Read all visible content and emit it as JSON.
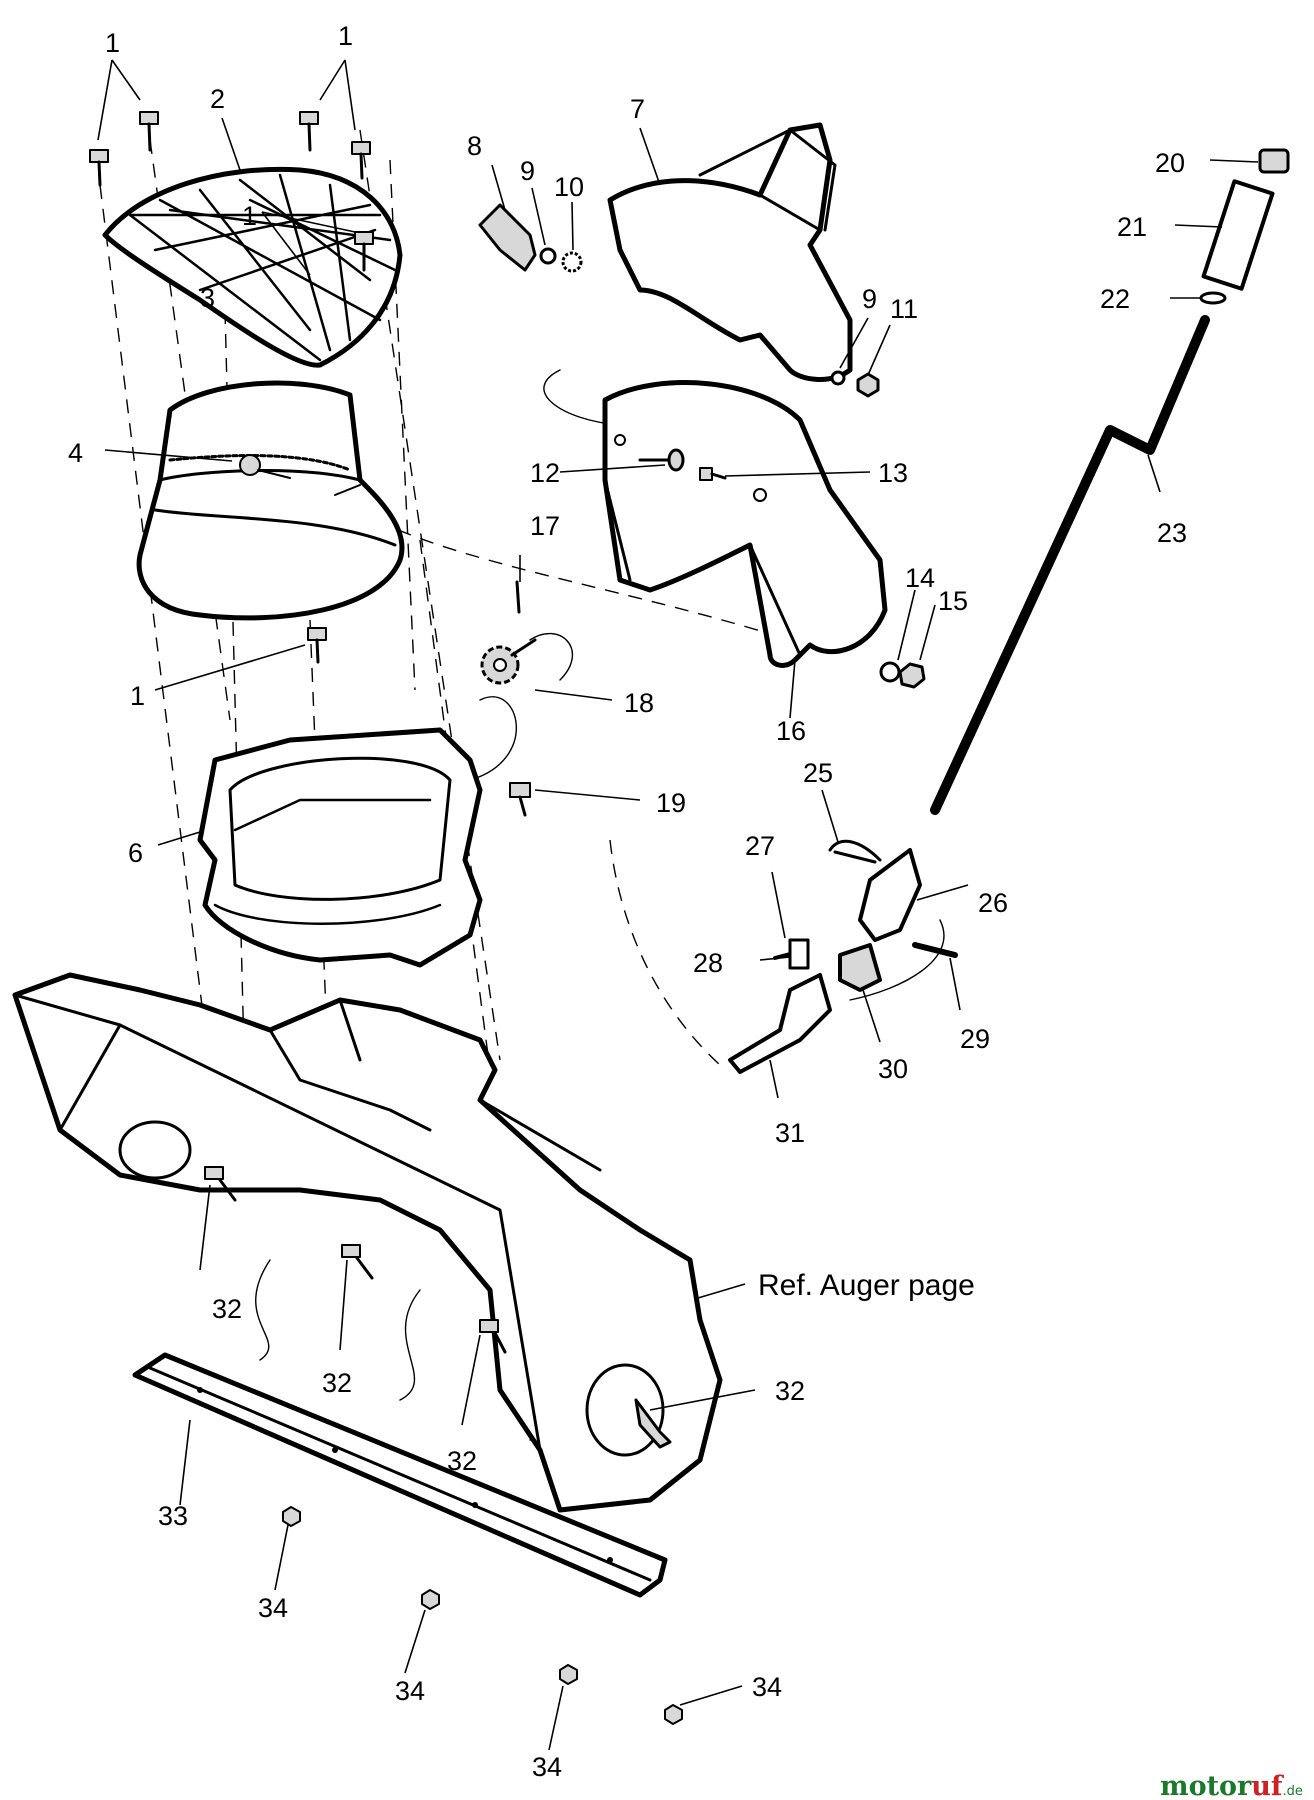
{
  "diagram": {
    "labels": [
      {
        "id": "l1a",
        "text": "1"
      },
      {
        "id": "l1b",
        "text": "1"
      },
      {
        "id": "l1c",
        "text": "1"
      },
      {
        "id": "l1d",
        "text": "1"
      },
      {
        "id": "l2",
        "text": "2"
      },
      {
        "id": "l3",
        "text": "3"
      },
      {
        "id": "l4",
        "text": "4"
      },
      {
        "id": "l6",
        "text": "6"
      },
      {
        "id": "l7",
        "text": "7"
      },
      {
        "id": "l8",
        "text": "8"
      },
      {
        "id": "l9a",
        "text": "9"
      },
      {
        "id": "l9b",
        "text": "9"
      },
      {
        "id": "l10",
        "text": "10"
      },
      {
        "id": "l11",
        "text": "11"
      },
      {
        "id": "l12",
        "text": "12"
      },
      {
        "id": "l13",
        "text": "13"
      },
      {
        "id": "l14",
        "text": "14"
      },
      {
        "id": "l15",
        "text": "15"
      },
      {
        "id": "l16",
        "text": "16"
      },
      {
        "id": "l17",
        "text": "17"
      },
      {
        "id": "l18",
        "text": "18"
      },
      {
        "id": "l19",
        "text": "19"
      },
      {
        "id": "l20",
        "text": "20"
      },
      {
        "id": "l21",
        "text": "21"
      },
      {
        "id": "l22",
        "text": "22"
      },
      {
        "id": "l23",
        "text": "23"
      },
      {
        "id": "l25",
        "text": "25"
      },
      {
        "id": "l26",
        "text": "26"
      },
      {
        "id": "l27",
        "text": "27"
      },
      {
        "id": "l28",
        "text": "28"
      },
      {
        "id": "l29",
        "text": "29"
      },
      {
        "id": "l30",
        "text": "30"
      },
      {
        "id": "l31",
        "text": "31"
      },
      {
        "id": "l32a",
        "text": "32"
      },
      {
        "id": "l32b",
        "text": "32"
      },
      {
        "id": "l32c",
        "text": "32"
      },
      {
        "id": "l32d",
        "text": "32"
      },
      {
        "id": "l33",
        "text": "33"
      },
      {
        "id": "l34a",
        "text": "34"
      },
      {
        "id": "l34b",
        "text": "34"
      },
      {
        "id": "l34c",
        "text": "34"
      },
      {
        "id": "l34d",
        "text": "34"
      }
    ],
    "reference_note": "Ref. Auger page",
    "watermark": {
      "main": "motor",
      "accent": "uf",
      "tld": ".de"
    }
  }
}
